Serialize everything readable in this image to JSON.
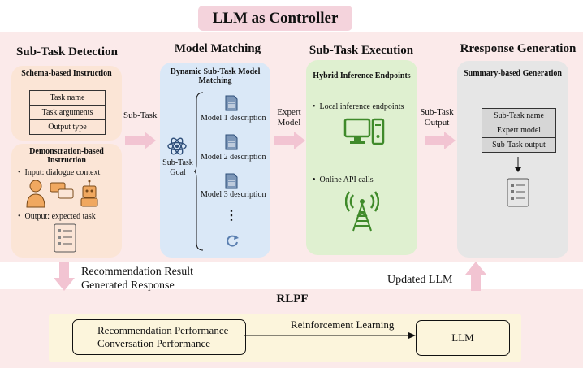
{
  "title": "LLM as Controller",
  "columns": {
    "detection": "Sub-Task Detection",
    "matching": "Model Matching",
    "execution": "Sub-Task Execution",
    "response": "Rresponse Generation"
  },
  "detection": {
    "schema_title": "Schema-based Instruction",
    "schema_rows": [
      "Task name",
      "Task arguments",
      "Output type"
    ],
    "demo_title": "Demonstration-based Instruction",
    "demo_input": "Input: dialogue context",
    "demo_output": "Output: expected task"
  },
  "matching": {
    "title": "Dynamic Sub-Task Model Matching",
    "goal": "Sub-Task Goal",
    "models": [
      "Model 1 description",
      "Model 2 description",
      "Model 3 description"
    ],
    "ellipsis": "⋮"
  },
  "execution": {
    "title": "Hybrid Inference Endpoints",
    "local": "Local inference endpoints",
    "online": "Online API calls"
  },
  "response": {
    "title": "Summary-based Generation",
    "rows": [
      "Sub-Task name",
      "Expert model",
      "Sub-Task output"
    ]
  },
  "arrows": {
    "subtask": "Sub-Task",
    "expert": "Expert Model",
    "output": "Sub-Task Output",
    "rec_result": "Recommendation Result",
    "gen_response": "Generated Response",
    "updated": "Updated LLM"
  },
  "rlpf": {
    "title": "RLPF",
    "perf1": "Recommendation Performance",
    "perf2": "Conversation Performance",
    "rl": "Reinforcement Learning",
    "llm": "LLM"
  },
  "colors": {
    "pink_bg": "#fbeaea",
    "orange_panel": "#fbe5d6",
    "blue_panel": "#dae8f7",
    "green_panel": "#dff0d0",
    "gray_panel": "#e6e6e6",
    "yellow_panel": "#fcf5dc",
    "arrow_pink": "#f2c4d2"
  }
}
